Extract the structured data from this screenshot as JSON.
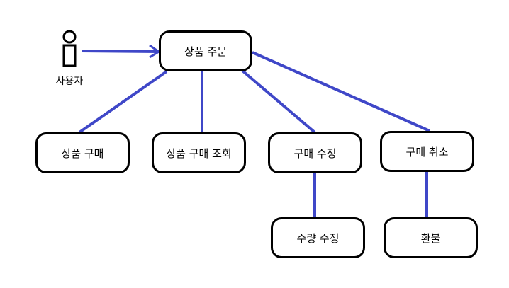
{
  "colors": {
    "edge": "#3f47c8",
    "node_border": "#000000",
    "background": "#ffffff"
  },
  "actor": {
    "label": "사용자",
    "icon": "stick-figure-icon"
  },
  "nodes": {
    "root": "상품 주문",
    "buy": "상품 구매",
    "view": "상품 구매 조회",
    "modify": "구매 수정",
    "cancel": "구매 취소",
    "qty": "수량 수정",
    "refund": "환불"
  }
}
